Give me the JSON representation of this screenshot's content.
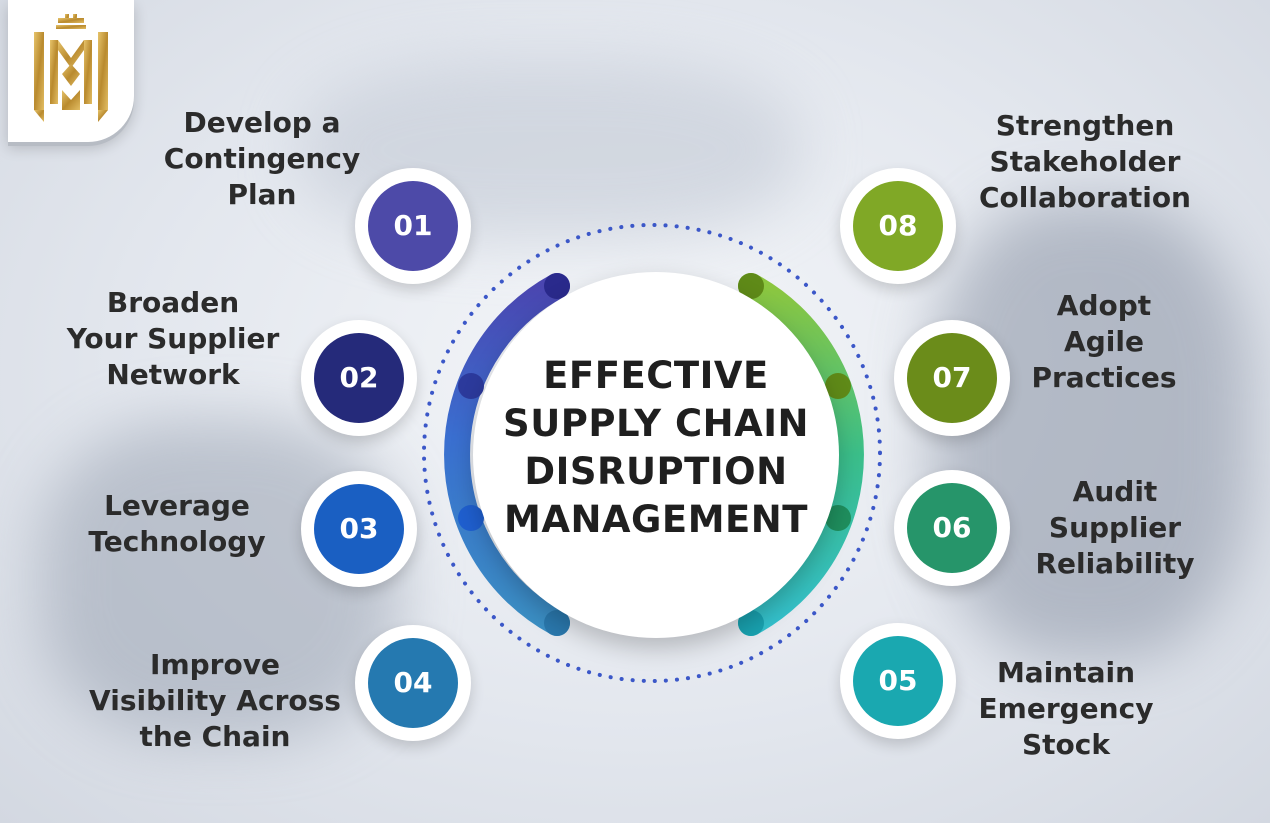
{
  "center": {
    "title_lines": [
      "EFFECTIVE",
      "SUPPLY CHAIN",
      "DISRUPTION",
      "MANAGEMENT"
    ]
  },
  "steps": [
    {
      "number": "01",
      "lines": [
        "Develop a",
        "Contingency",
        "Plan"
      ],
      "color": "#4d4aa8"
    },
    {
      "number": "02",
      "lines": [
        "Broaden",
        "Your Supplier",
        "Network"
      ],
      "color": "#252a7a"
    },
    {
      "number": "03",
      "lines": [
        "Leverage",
        "Technology"
      ],
      "color": "#1a5fc2"
    },
    {
      "number": "04",
      "lines": [
        "Improve",
        "Visibility Across",
        "the Chain"
      ],
      "color": "#2579b0"
    },
    {
      "number": "05",
      "lines": [
        "Maintain",
        "Emergency",
        "Stock"
      ],
      "color": "#1aa8b0"
    },
    {
      "number": "06",
      "lines": [
        "Audit",
        "Supplier",
        "Reliability"
      ],
      "color": "#26956a"
    },
    {
      "number": "07",
      "lines": [
        "Adopt",
        "Agile",
        "Practices"
      ],
      "color": "#6b8c1a"
    },
    {
      "number": "08",
      "lines": [
        "Strengthen",
        "Stakeholder",
        "Collaboration"
      ],
      "color": "#80a826"
    }
  ],
  "icons": {
    "logo": "crown-monogram-logo"
  },
  "colors": {
    "gold": "#c9a247",
    "dotted_ring": "#3b57c8"
  }
}
